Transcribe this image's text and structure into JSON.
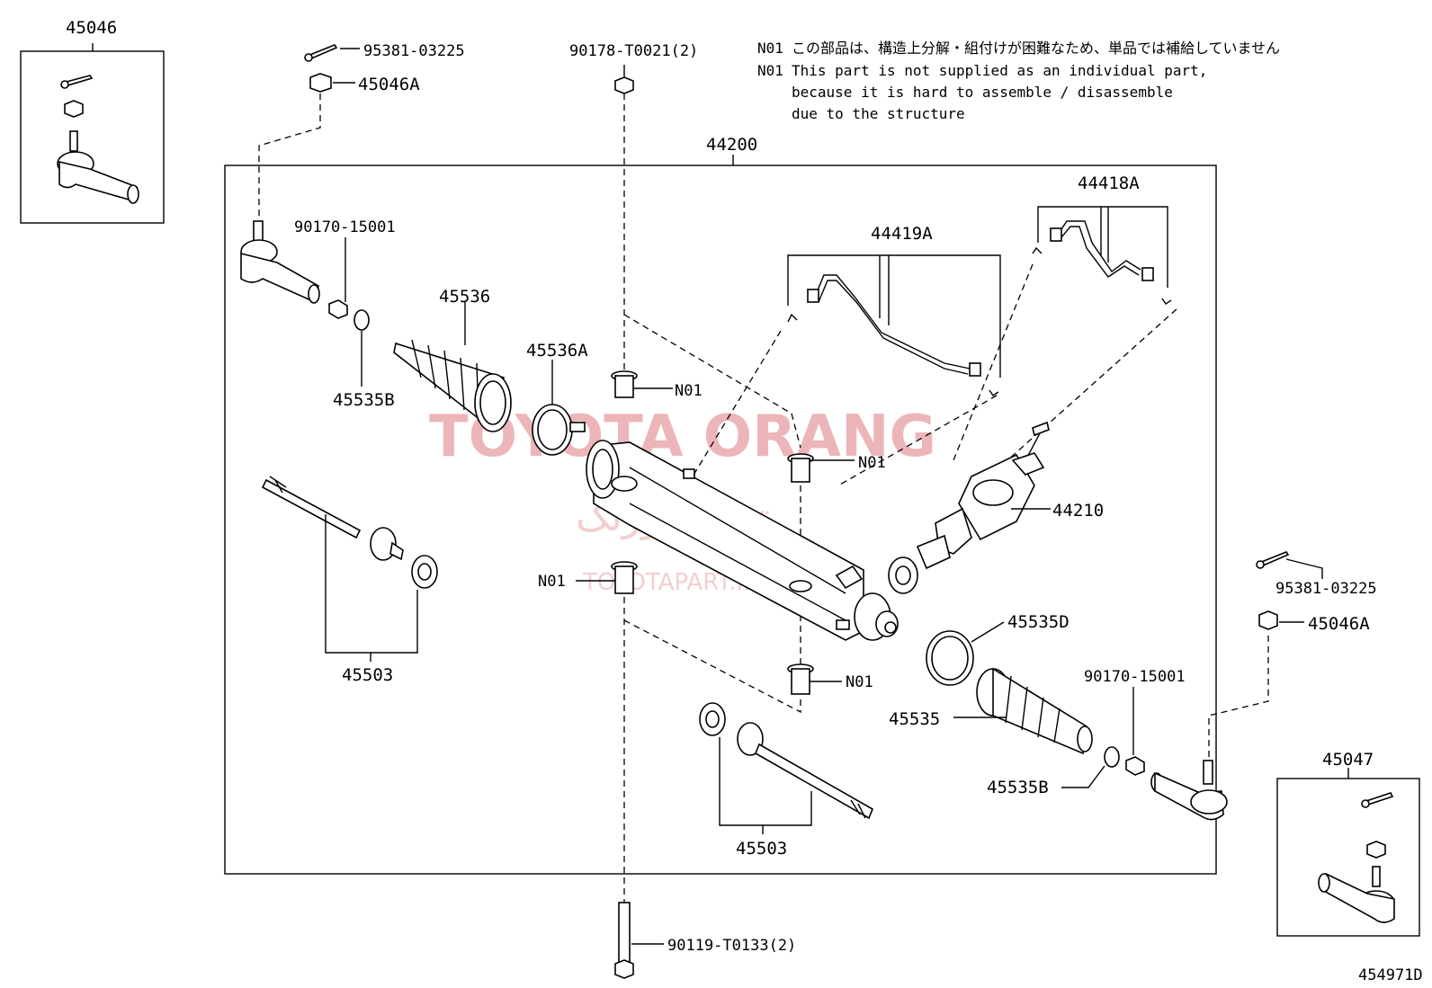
{
  "notes": {
    "code_ja": "N01",
    "text_ja": "この部品は、構造上分解・組付けが困難なため、単品では補給していません",
    "code_en": "N01",
    "text_en_1": "This part is not supplied as an individual part,",
    "text_en_2": "because it is hard to assemble / disassemble",
    "text_en_3": "due to the structure"
  },
  "parts": {
    "p45046": "45046",
    "p45047": "45047",
    "p95381_left": "95381-03225",
    "p45046A_left": "45046A",
    "p90178": "90178-T0021(2)",
    "p44200": "44200",
    "p90170_left": "90170-15001",
    "p45536": "45536",
    "p45535B_left": "45535B",
    "p45536A": "45536A",
    "p44419A": "44419A",
    "p44418A": "44418A",
    "n01_a": "N01",
    "n01_b": "N01",
    "n01_c": "N01",
    "n01_d": "N01",
    "p44210": "44210",
    "p45503_left": "45503",
    "p45503_bottom": "45503",
    "p95381_right": "95381-03225",
    "p45046A_right": "45046A",
    "p45535D": "45535D",
    "p90170_right": "90170-15001",
    "p45535": "45535",
    "p45535B_right": "45535B",
    "p90119": "90119-T0133(2)"
  },
  "watermark": {
    "brand": "TOYOTA ORANG",
    "brand_fa": "تویوتا اورنگ",
    "url": "TOYOTAPART.IR"
  },
  "diagram_id": "454971D"
}
